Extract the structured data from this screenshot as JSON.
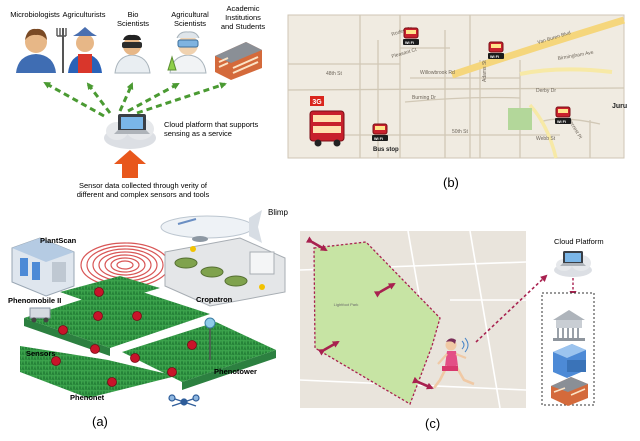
{
  "panel_a": {
    "label": "(a)",
    "roles": [
      "Microbiologists",
      "Agriculturists",
      "Bio Scientists",
      "Agricultural Scientists",
      "Academic Institutions and Students"
    ],
    "cloud_caption": [
      "Cloud platform that supports",
      "sensing as a service"
    ],
    "sensor_caption": [
      "Sensor data collected through verity of",
      "different and complex sensors and tools"
    ],
    "blimp_label": "Blimp",
    "facilities": {
      "plantscan": "PlantScan",
      "phenomobile": "Phenomobile II",
      "cropatron": "Cropatron",
      "sensors": "Sensors",
      "phenotower": "Phenotower",
      "phenonet": "Phenonet"
    }
  },
  "panel_b": {
    "label": "(b)",
    "streets": [
      "Van Buren Blvd",
      "48th St",
      "Willowbrook Rd",
      "Birmingham Ave",
      "Burning Dr",
      "Derby Dr",
      "50th St",
      "Webb St",
      "Pinecrest Pl",
      "Rodeo Dr",
      "Pleasant Ct",
      "Adams St",
      "Juru"
    ],
    "bus_stop_label": "Bus stop",
    "badge_3g": "3G",
    "wifi_label": "Wi Fi"
  },
  "panel_c": {
    "label": "(c)",
    "cloud_platform_label": "Cloud Platform",
    "park_label": "Lightfoot Park"
  },
  "colors": {
    "arrow_green": "#4a9a32",
    "arrow_orange": "#e8571c",
    "park_green": "#c7e4a4",
    "boundary_crimson": "#a8214f",
    "map_bg": "#f0ebe1",
    "bus_red": "#c8202c"
  }
}
